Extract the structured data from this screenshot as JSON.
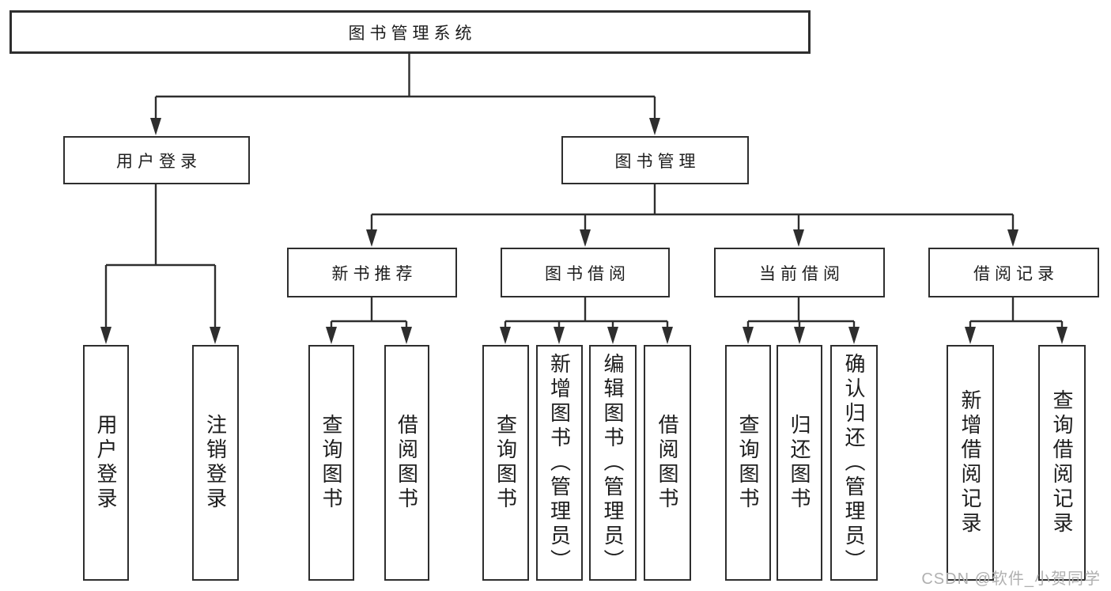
{
  "colors": {
    "line": "#2e2e2e",
    "text": "#1d1d1d",
    "box-bg": "#ffffff",
    "watermark": "#b0b0b0"
  },
  "watermark": "CSDN @软件_小贺同学",
  "tree": {
    "label": "图书管理系统",
    "children": [
      {
        "label": "用户登录",
        "children": [
          {
            "label": "用户登录"
          },
          {
            "label": "注销登录"
          }
        ]
      },
      {
        "label": "图书管理",
        "children": [
          {
            "label": "新书推荐",
            "children": [
              {
                "label": "查询图书"
              },
              {
                "label": "借阅图书"
              }
            ]
          },
          {
            "label": "图书借阅",
            "children": [
              {
                "label": "查询图书"
              },
              {
                "label": "新增图书（管理员）"
              },
              {
                "label": "编辑图书（管理员）"
              },
              {
                "label": "借阅图书"
              }
            ]
          },
          {
            "label": "当前借阅",
            "children": [
              {
                "label": "查询图书"
              },
              {
                "label": "归还图书"
              },
              {
                "label": "确认归还（管理员）"
              }
            ]
          },
          {
            "label": "借阅记录",
            "children": [
              {
                "label": "新增借阅记录"
              },
              {
                "label": "查询借阅记录"
              }
            ]
          }
        ]
      }
    ]
  }
}
